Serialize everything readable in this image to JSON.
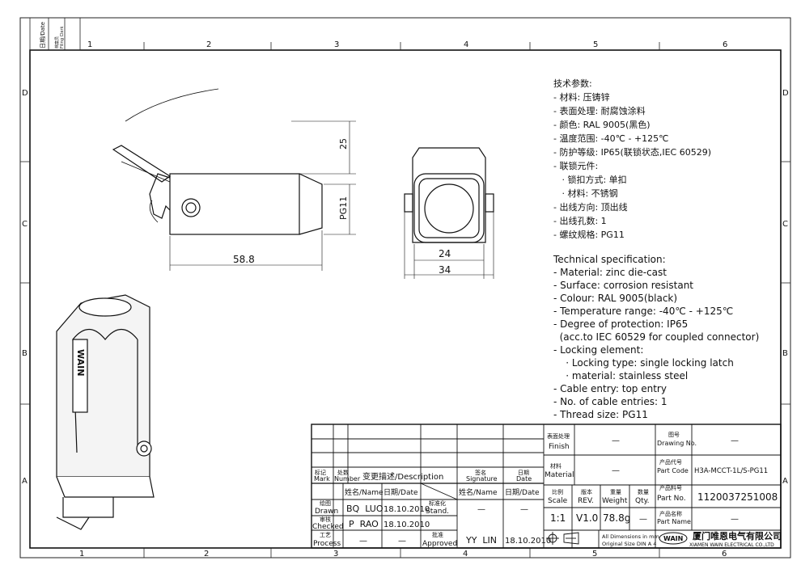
{
  "frame": {
    "zone_numbers_top": [
      "1",
      "2",
      "3",
      "4",
      "5",
      "6"
    ],
    "zone_numbers_bottom": [
      "1",
      "2",
      "3",
      "4",
      "5",
      "6"
    ],
    "zone_letters_left": [
      "D",
      "C",
      "B",
      "A"
    ],
    "zone_letters_right": [
      "D",
      "C",
      "B",
      "A"
    ],
    "filing_date_cn": "日期/Date",
    "filing_check_cn": "档案员",
    "filing_check_en": "Filing Clerk"
  },
  "dimensions": {
    "height_top": "25",
    "thread_side": "PG11",
    "length": "58.8",
    "width_inner": "24",
    "width_outer": "34"
  },
  "logo_on_part": "WAIN",
  "spec_cn": {
    "title": "技术参数:",
    "lines": [
      "- 材料: 压铸锌",
      "- 表面处理: 耐腐蚀涂料",
      "- 颜色: RAL 9005(黑色)",
      "- 温度范围: -40℃ - +125℃",
      "- 防护等级: IP65(联锁状态,IEC 60529)",
      "- 联锁元件:",
      "   · 锁扣方式: 单扣",
      "   · 材料: 不锈钢",
      "- 出线方向: 顶出线",
      "- 出线孔数: 1",
      "- 螺纹规格: PG11"
    ]
  },
  "spec_en": {
    "title": "Technical specification:",
    "lines": [
      "- Material: zinc die-cast",
      "- Surface: corrosion resistant",
      "- Colour: RAL 9005(black)",
      "- Temperature range: -40℃ - +125℃",
      "- Degree of protection: IP65",
      "  (acc.to IEC 60529 for coupled connector)",
      "- Locking element:",
      "    · Locking type: single locking latch",
      "    · material: stainless steel",
      "- Cable entry: top entry",
      "- No. of cable entries: 1",
      "- Thread size: PG11"
    ]
  },
  "title_block": {
    "rev_headers": {
      "mark_cn": "标记",
      "mark_en": "Mark",
      "number_cn": "处数",
      "number_en": "Number",
      "description": "变更描述/Description",
      "signature_cn": "签名",
      "signature_en": "Signature",
      "date_cn": "日期",
      "date_en": "Date"
    },
    "sign_headers": {
      "name": "姓名/Name",
      "date": "日期/Date",
      "name2": "姓名/Name",
      "date2": "日期/Date"
    },
    "drawn_cn": "绘图",
    "drawn_en": "Drawn",
    "checked_cn": "审核",
    "checked_en": "Checked",
    "process_cn": "工艺",
    "process_en": "Process",
    "stand_cn": "标准化",
    "stand_en": "Stand.",
    "approved_cn": "批准",
    "approved_en": "Approved",
    "drawn_name": "BQ  LUO",
    "drawn_date": "18.10.2010",
    "checked_name": "P  RAO",
    "checked_date": "18.10.2010",
    "process_name": "—",
    "process_date": "—",
    "stand_name": "—",
    "stand_date": "—",
    "approved_name": "YY  LIN",
    "approved_date": "18.10.2010",
    "finish_cn": "表面处理",
    "finish_en": "Finish",
    "finish_value": "—",
    "material_cn": "材料",
    "material_en": "Material",
    "material_value": "—",
    "scale_cn": "比例",
    "scale_en": "Scale",
    "scale_value": "1:1",
    "rev_cn": "版本",
    "rev_en": "REV.",
    "rev_value": "V1.0",
    "weight_cn": "重量",
    "weight_en": "Weight",
    "weight_value": "78.8g",
    "qty_cn": "数量",
    "qty_en": "Qty.",
    "qty_value": "—",
    "dims_note1": "All Dimensions in mm",
    "dims_note2": "Original Size DIN A 4",
    "drawing_no_cn": "图号",
    "drawing_no_en": "Drawing No.",
    "drawing_no_value": "—",
    "part_code_cn": "产品代号",
    "part_code_en": "Part Code",
    "part_code_value": "H3A-MCCT-1L/S-PG11",
    "part_no_cn": "产品料号",
    "part_no_en": "Part No.",
    "part_no_value": "1120037251008",
    "part_name_cn": "产品名称",
    "part_name_en": "Part Name",
    "part_name_value": "—",
    "company_cn": "厦门唯恩电气有限公司",
    "company_en": "XIAMEN WAIN ELECTRICAL CO.,LTD",
    "logo": "WAIN"
  }
}
